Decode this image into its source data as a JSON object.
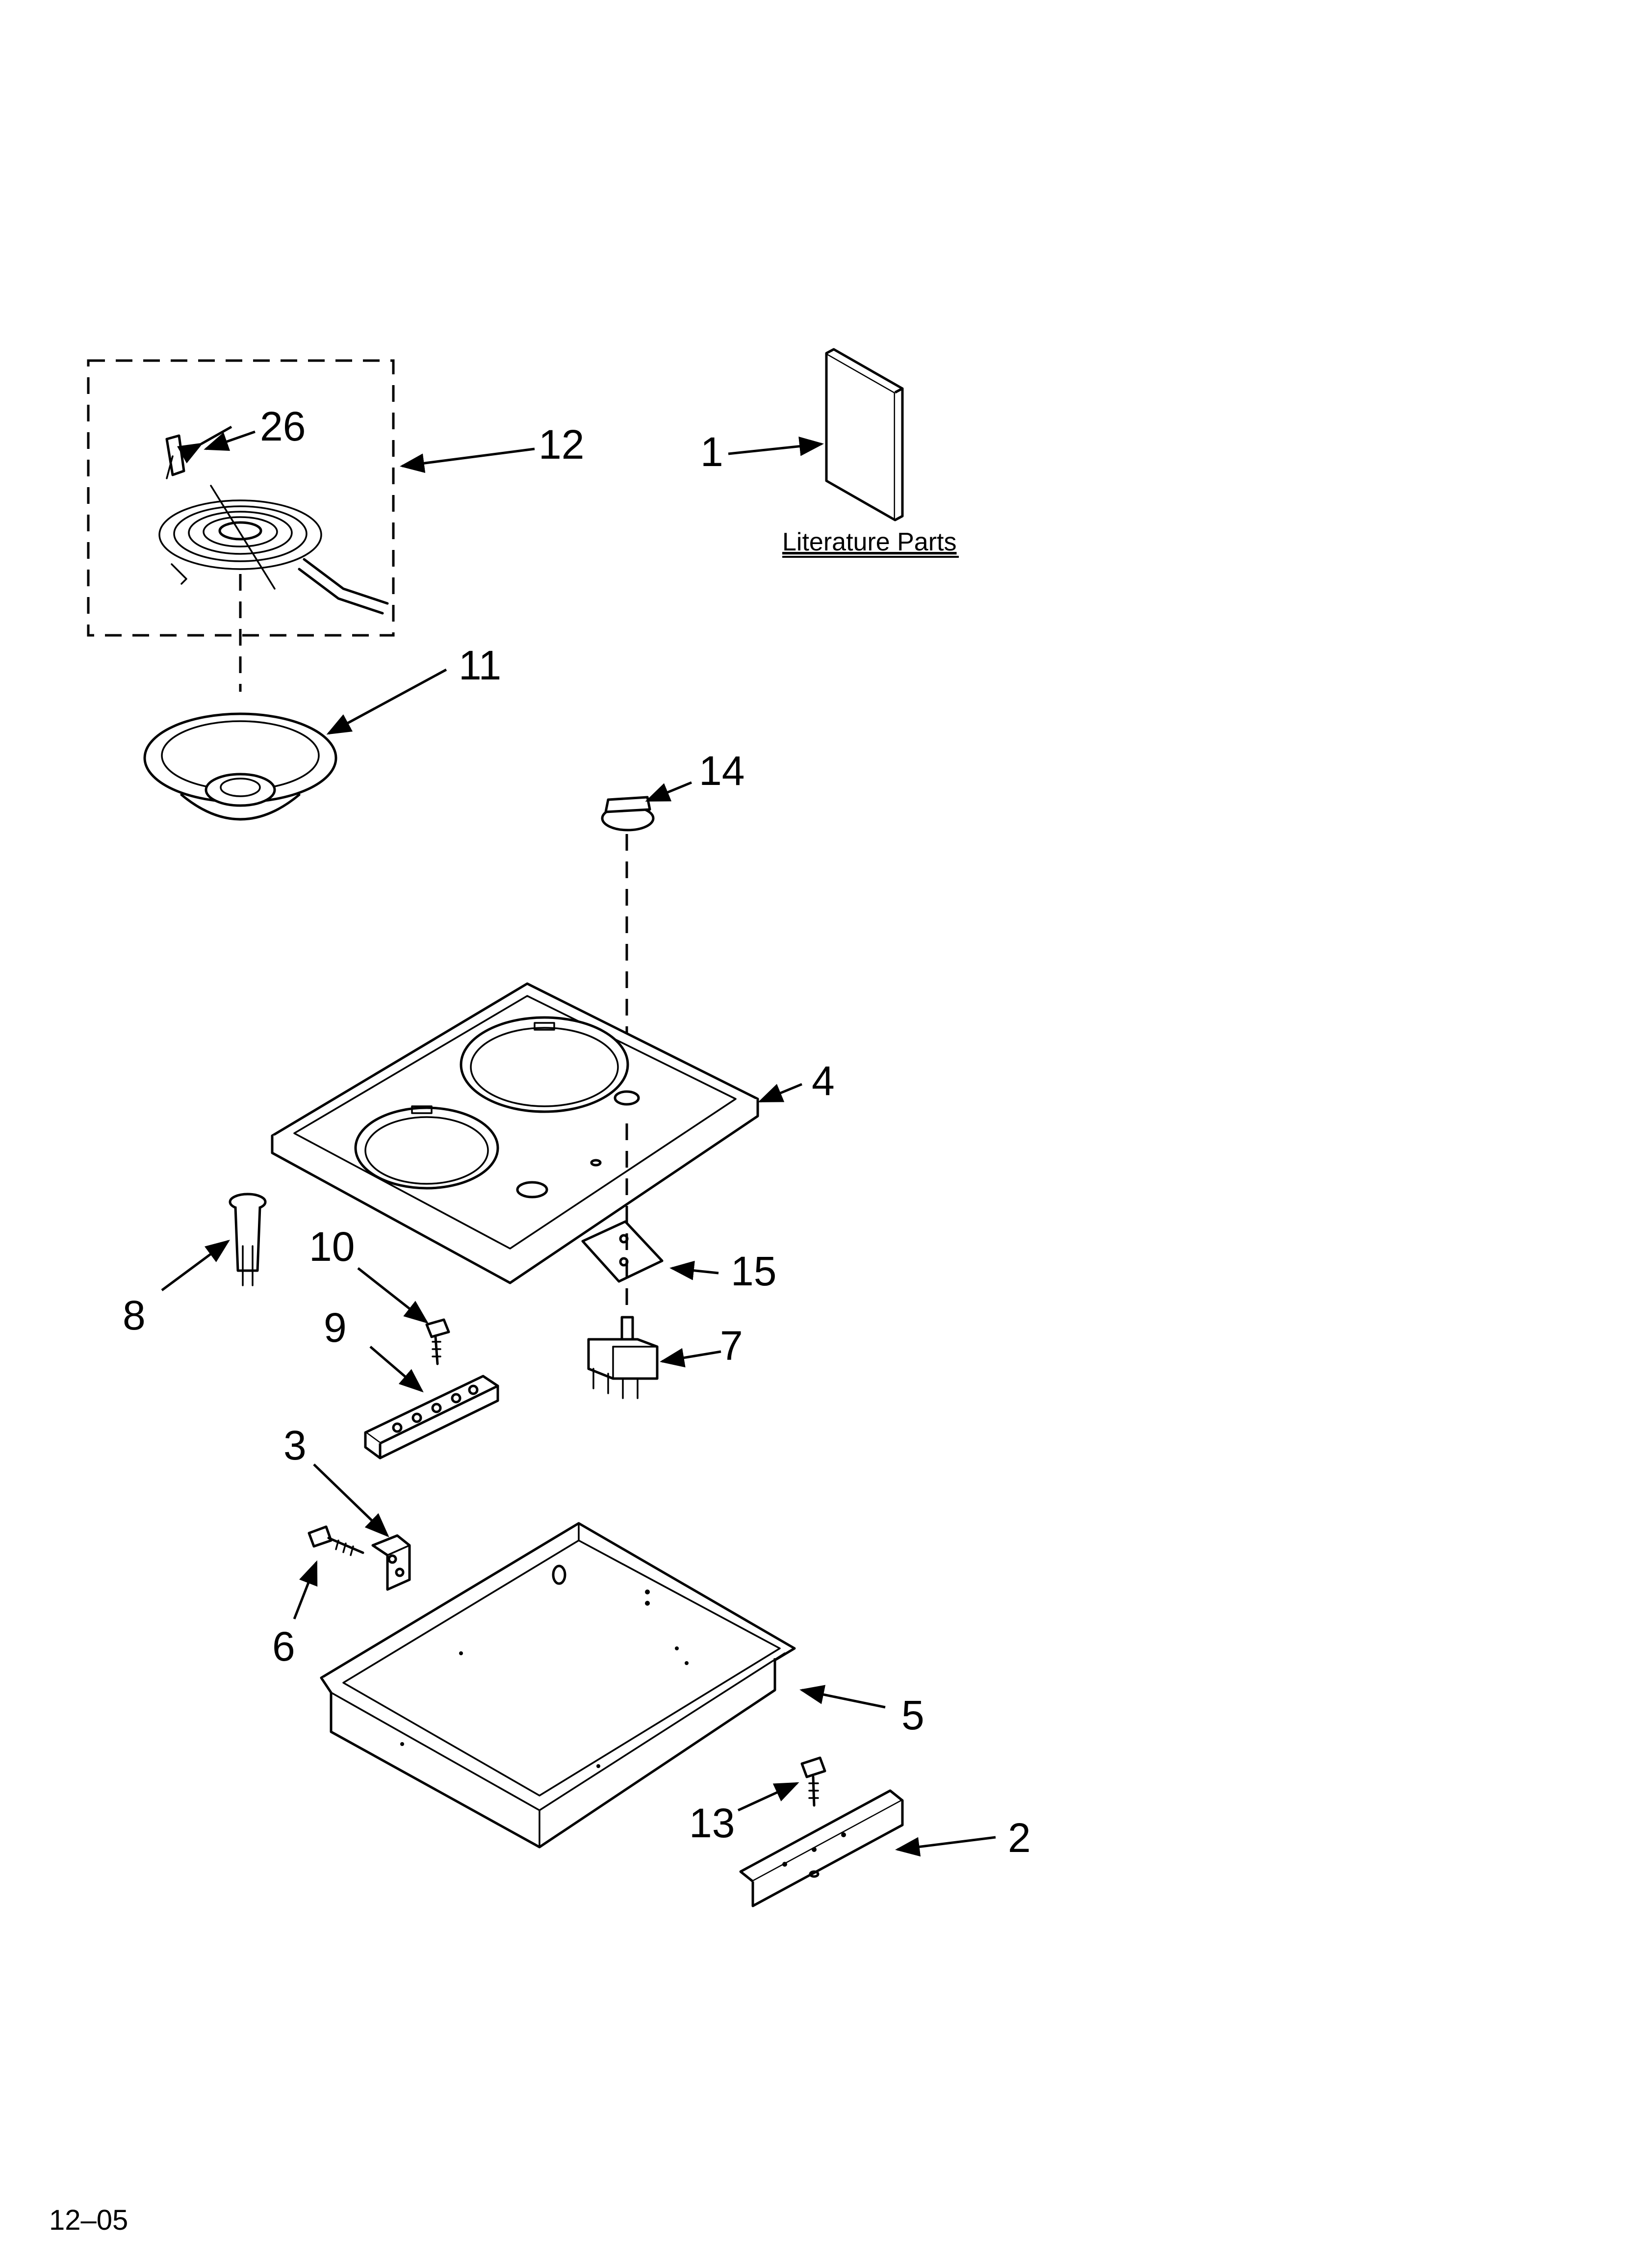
{
  "callouts": {
    "c1": "1",
    "c2": "2",
    "c3": "3",
    "c4": "4",
    "c5": "5",
    "c6": "6",
    "c7": "7",
    "c8": "8",
    "c9": "9",
    "c10": "10",
    "c11": "11",
    "c12": "12",
    "c13": "13",
    "c14": "14",
    "c15": "15",
    "c26": "26"
  },
  "literature_label": "Literature Parts",
  "footer_code": "12–05"
}
